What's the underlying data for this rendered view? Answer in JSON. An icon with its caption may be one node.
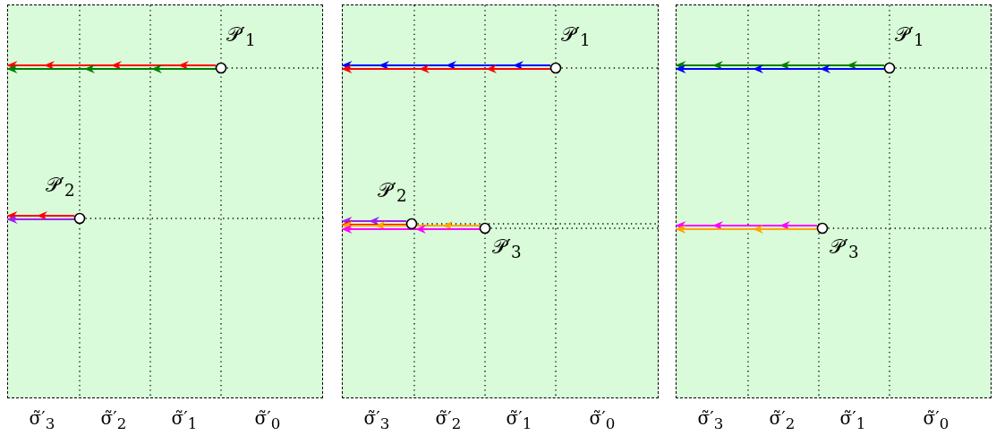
{
  "diagram": {
    "nodes": [
      {
        "text": [],
        "shape": "box"
      },
      {
        "text": [],
        "shape": "circle",
        "beside": [
          "𝒫′$_{1}$"
        ],
        "in": 0
      },
      {
        "text": [],
        "shape": "circle",
        "beside": [
          "𝒫′$_{2}$"
        ],
        "in": 0
      },
      {
        "text": [],
        "shape": "box"
      },
      {
        "text": [],
        "shape": "circle",
        "beside": [
          "𝒫′$_{1}$"
        ],
        "in": 3
      },
      {
        "text": [],
        "shape": "circle",
        "beside": [
          "𝒫′$_{2}$"
        ],
        "in": 3
      },
      {
        "text": [],
        "shape": "circle",
        "beside": [
          "𝒫′$_{3}$"
        ],
        "in": 3
      },
      {
        "text": [],
        "shape": "box"
      },
      {
        "text": [],
        "shape": "circle",
        "beside": [
          "𝒫′$_{1}$"
        ],
        "in": 7
      },
      {
        "text": [],
        "shape": "circle",
        "beside": [
          "𝒫′$_{3}$"
        ],
        "in": 7
      }
    ],
    "edges": [
      {
        "from": 1,
        "to": null,
        "arrow": "to",
        "color": "#ff0000"
      },
      {
        "from": 1,
        "to": null,
        "arrow": "to",
        "color": "#008000"
      },
      {
        "from": 2,
        "to": null,
        "arrow": "to",
        "color": "#ff0000"
      },
      {
        "from": 2,
        "to": null,
        "arrow": "to",
        "color": "#a020f0"
      },
      {
        "from": 4,
        "to": null,
        "arrow": "to",
        "color": "#0000ff"
      },
      {
        "from": 4,
        "to": null,
        "arrow": "to",
        "color": "#ff0000"
      },
      {
        "from": 5,
        "to": null,
        "arrow": "to",
        "color": "#a020f0"
      },
      {
        "from": 5,
        "to": null,
        "arrow": "to",
        "color": "#ff0000"
      },
      {
        "from": 6,
        "to": null,
        "arrow": "to",
        "color": "#ffa500"
      },
      {
        "from": 6,
        "to": null,
        "arrow": "to",
        "color": "#ff00ff"
      },
      {
        "from": 8,
        "to": null,
        "arrow": "to",
        "color": "#008000"
      },
      {
        "from": 8,
        "to": null,
        "arrow": "to",
        "color": "#0000ff"
      },
      {
        "from": 9,
        "to": null,
        "arrow": "to",
        "color": "#ff00ff"
      },
      {
        "from": 9,
        "to": null,
        "arrow": "to",
        "color": "#ffa500"
      }
    ],
    "labels": [
      "σ̃′$_{3}$",
      "σ̃′$_{2}$",
      "σ̃′$_{1}$",
      "σ̃′$_{0}$",
      "σ̃′$_{3}$",
      "σ̃′$_{2}$",
      "σ̃′$_{1}$",
      "σ̃′$_{0}$",
      "σ̃′$_{3}$",
      "σ̃′$_{2}$",
      "σ̃′$_{1}$",
      "σ̃′$_{0}$"
    ]
  }
}
